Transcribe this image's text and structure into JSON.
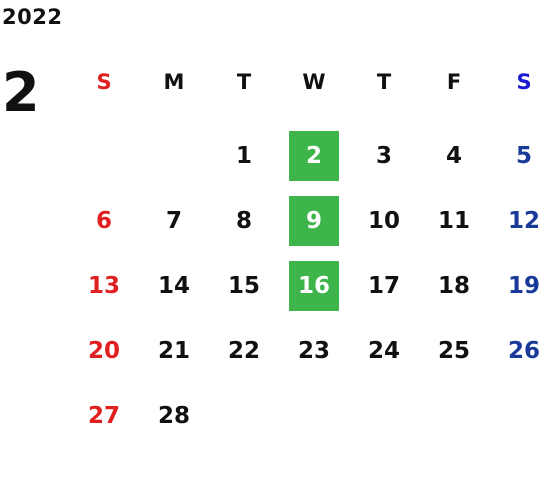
{
  "calendar": {
    "year": "2022",
    "month": "2",
    "weekdays": [
      "S",
      "M",
      "T",
      "W",
      "T",
      "F",
      "S"
    ],
    "weeks": [
      [
        "",
        "",
        "1",
        "2",
        "3",
        "4",
        "5"
      ],
      [
        "6",
        "7",
        "8",
        "9",
        "10",
        "11",
        "12"
      ],
      [
        "13",
        "14",
        "15",
        "16",
        "17",
        "18",
        "19"
      ],
      [
        "20",
        "21",
        "22",
        "23",
        "24",
        "25",
        "26"
      ],
      [
        "27",
        "28",
        "",
        "",
        "",
        "",
        ""
      ]
    ],
    "highlighted_days": [
      "2",
      "9",
      "16"
    ]
  },
  "colors": {
    "sunday": "#e02020",
    "saturday": "#1a3a9a",
    "saturday_header": "#1a1ad0",
    "weekday": "#111111",
    "highlight_bg": "#3db54a",
    "highlight_text": "#ffffff"
  }
}
